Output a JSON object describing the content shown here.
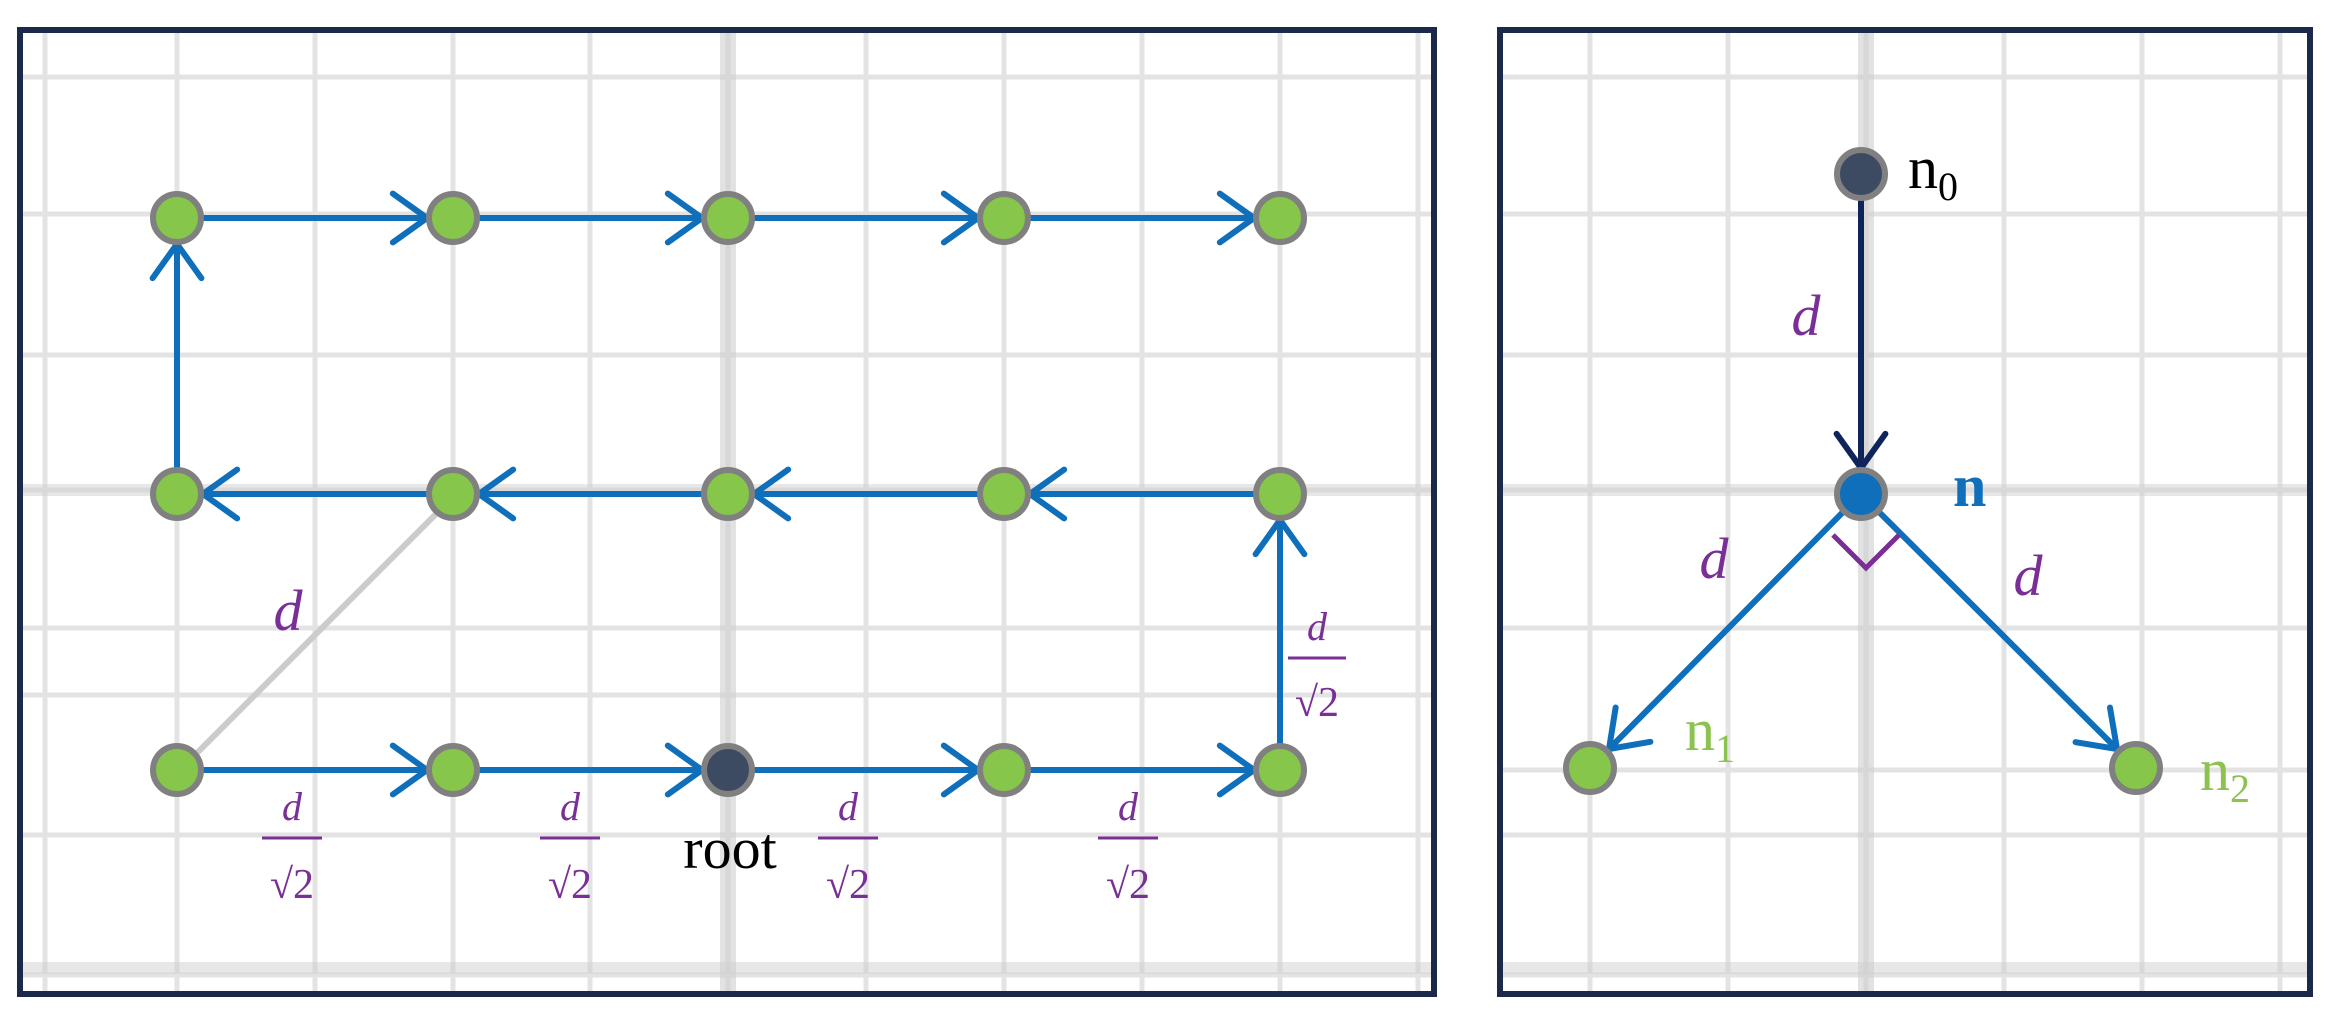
{
  "colors": {
    "frame": "#1b2a4a",
    "edge": "#0f6fba",
    "edge_dark": "#10245c",
    "node_fill": "#86c64a",
    "node_root": "#3c4a62",
    "node_n": "#0f6fba",
    "node_stroke": "#808080",
    "label_purple": "#7a2f96",
    "label_green": "#8cc24f",
    "label_blue": "#0f6fba",
    "diagonal": "#cccccc",
    "grid": "#e3e3e3",
    "grid_major": "#d0d0d0"
  },
  "left_panel": {
    "root_label": "root",
    "edge_label_d": "d",
    "frac_numerator": "d",
    "frac_denominator": "√2"
  },
  "right_panel": {
    "label_n0": "n",
    "label_n0_sub": "0",
    "label_n": "n",
    "label_n1": "n",
    "label_n1_sub": "1",
    "label_n2": "n",
    "label_n2_sub": "2",
    "edge_label_d": "d"
  }
}
